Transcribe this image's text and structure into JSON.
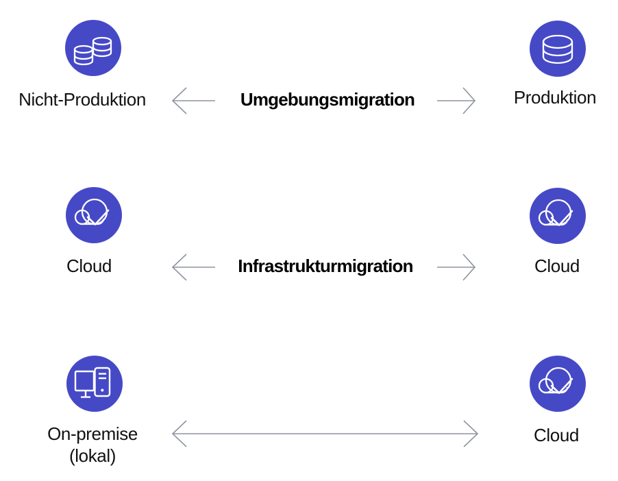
{
  "rows": [
    {
      "left": {
        "icon": "databases-icon",
        "label": "Nicht-Produktion"
      },
      "center": {
        "label": "Umgebungsmigration"
      },
      "right": {
        "icon": "database-icon",
        "label": "Produktion"
      }
    },
    {
      "left": {
        "icon": "cloud-check-icon",
        "label": "Cloud"
      },
      "center": {
        "label": "Infrastrukturmigration"
      },
      "right": {
        "icon": "cloud-check-icon",
        "label": "Cloud"
      }
    },
    {
      "left": {
        "icon": "desktop-computer-icon",
        "label": "On-premise",
        "label_line2": "(lokal)"
      },
      "center": {
        "label": ""
      },
      "right": {
        "icon": "cloud-check-icon",
        "label": "Cloud"
      }
    }
  ],
  "colors": {
    "icon_background": "#4649c6",
    "icon_stroke": "#ffffff",
    "arrow": "#8e93a0",
    "text": "#111111"
  }
}
